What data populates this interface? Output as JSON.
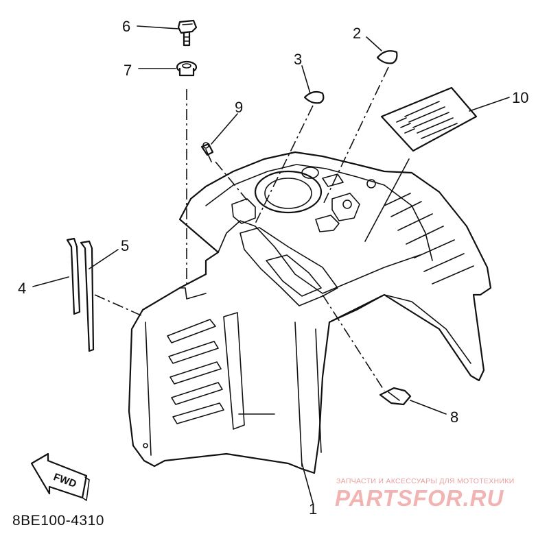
{
  "callouts": {
    "c1": "1",
    "c2": "2",
    "c3": "3",
    "c4": "4",
    "c5": "5",
    "c6": "6",
    "c7": "7",
    "c8": "8",
    "c9": "9",
    "c10": "10"
  },
  "fwd_label": "FWD",
  "diagram_code": "8BE100-4310",
  "watermark": {
    "tagline": "ЗАПЧАСТИ И АКСЕССУАРЫ ДЛЯ МОТОТЕХНИКИ",
    "brand": "PARTSFOR.RU"
  }
}
